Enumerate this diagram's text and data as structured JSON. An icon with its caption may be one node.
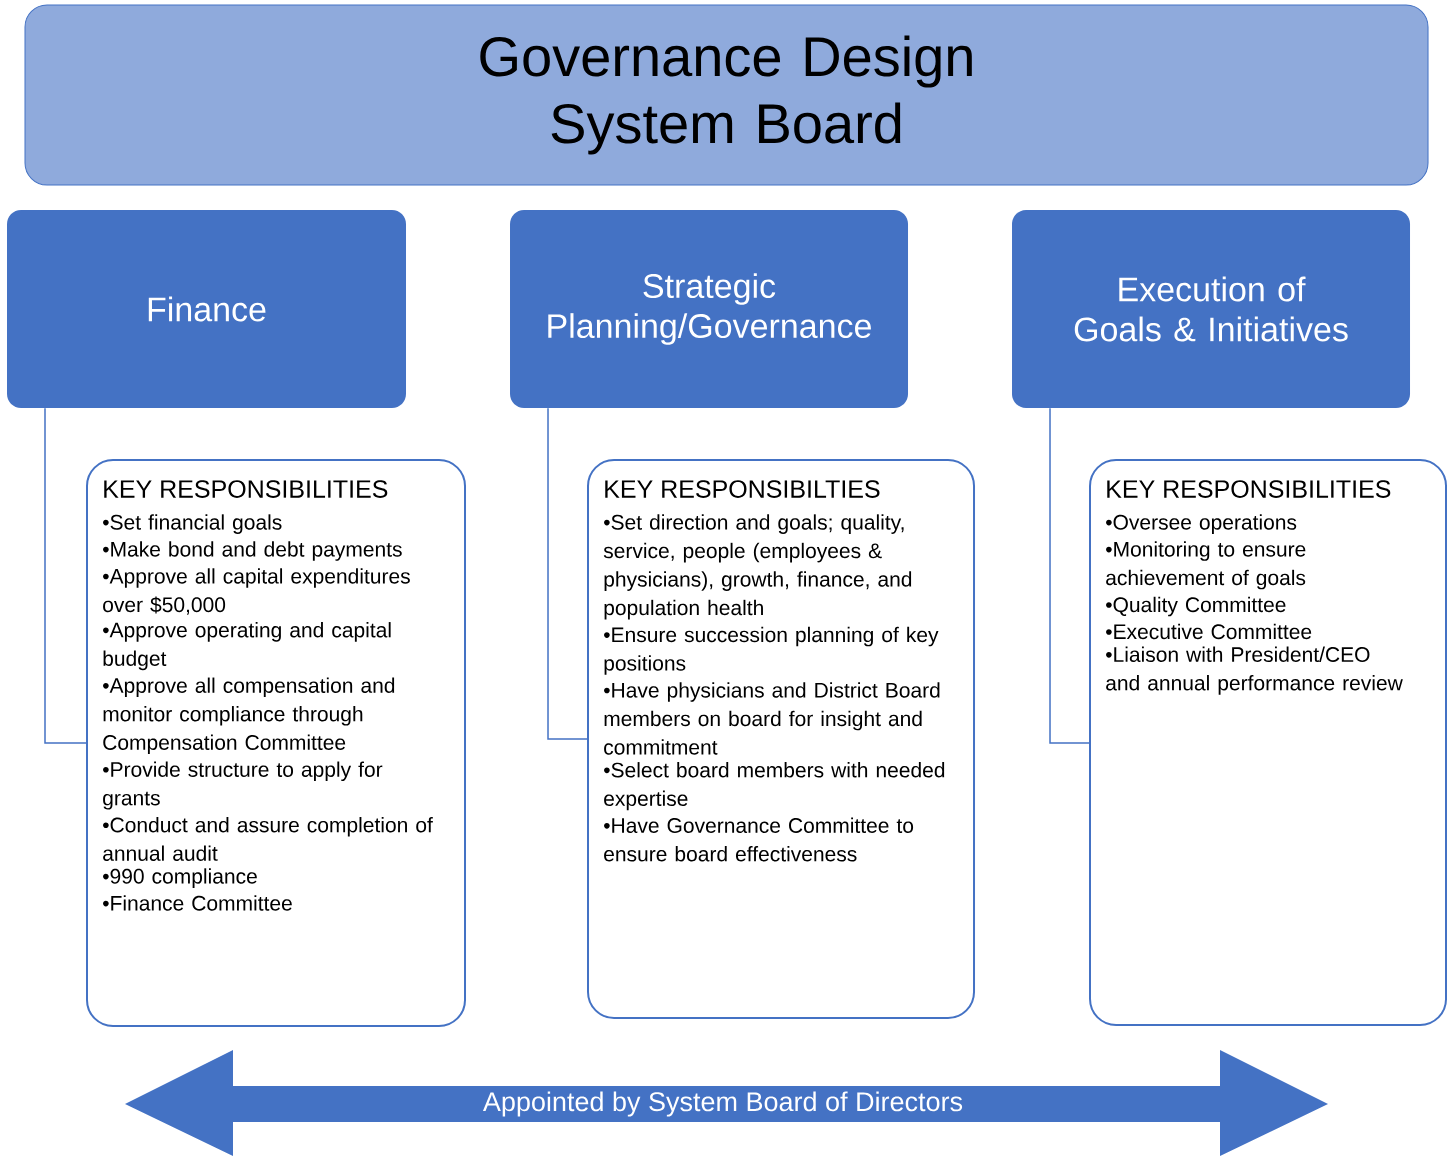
{
  "diagram": {
    "nodes": [
      {
        "text": [
          "Governance Design System Board"
        ]
      },
      {
        "text": [
          "Finance"
        ]
      },
      {
        "text": [
          "Strategic Planning/Governance"
        ]
      },
      {
        "text": [
          "Execution of Goals & Initiatives"
        ]
      },
      {
        "text": [
          "KEY RESPONSIBILITIES",
          "•Set financial goals",
          "•Make bond and debt payments",
          "•Approve all capital expenditures over $50,000",
          "•Approve operating and capital budget",
          "•Approve all compensation and monitor compliance through Compensation Committee",
          "•Provide structure to apply for grants",
          "•Conduct and assure completion of annual audit",
          "•990 compliance",
          "•Finance Committee"
        ]
      },
      {
        "text": [
          "KEY RESPONSIBILTIES",
          "•Set direction and goals; quality, service, people (employees & physicians), growth, finance, and population health",
          "•Ensure succession planning of key positions",
          "•Have physicians and District Board members on board for insight and commitment",
          "•Select board members with needed expertise",
          "•Have Governance Committee to ensure board effectiveness"
        ]
      },
      {
        "text": [
          "KEY RESPONSIBILITIES",
          "•Oversee operations",
          "•Monitoring to ensure achievement of goals",
          "•Quality Committee",
          "•Executive Committee",
          "•Liaison with President/CEO and annual performance review"
        ]
      },
      {
        "text": [
          "Appointed by System Board of Directors"
        ]
      }
    ],
    "edges": [
      {
        "from": 1,
        "to": 4,
        "arrow": "none"
      },
      {
        "from": 2,
        "to": 5,
        "arrow": "none"
      },
      {
        "from": 3,
        "to": 6,
        "arrow": "none"
      }
    ]
  }
}
